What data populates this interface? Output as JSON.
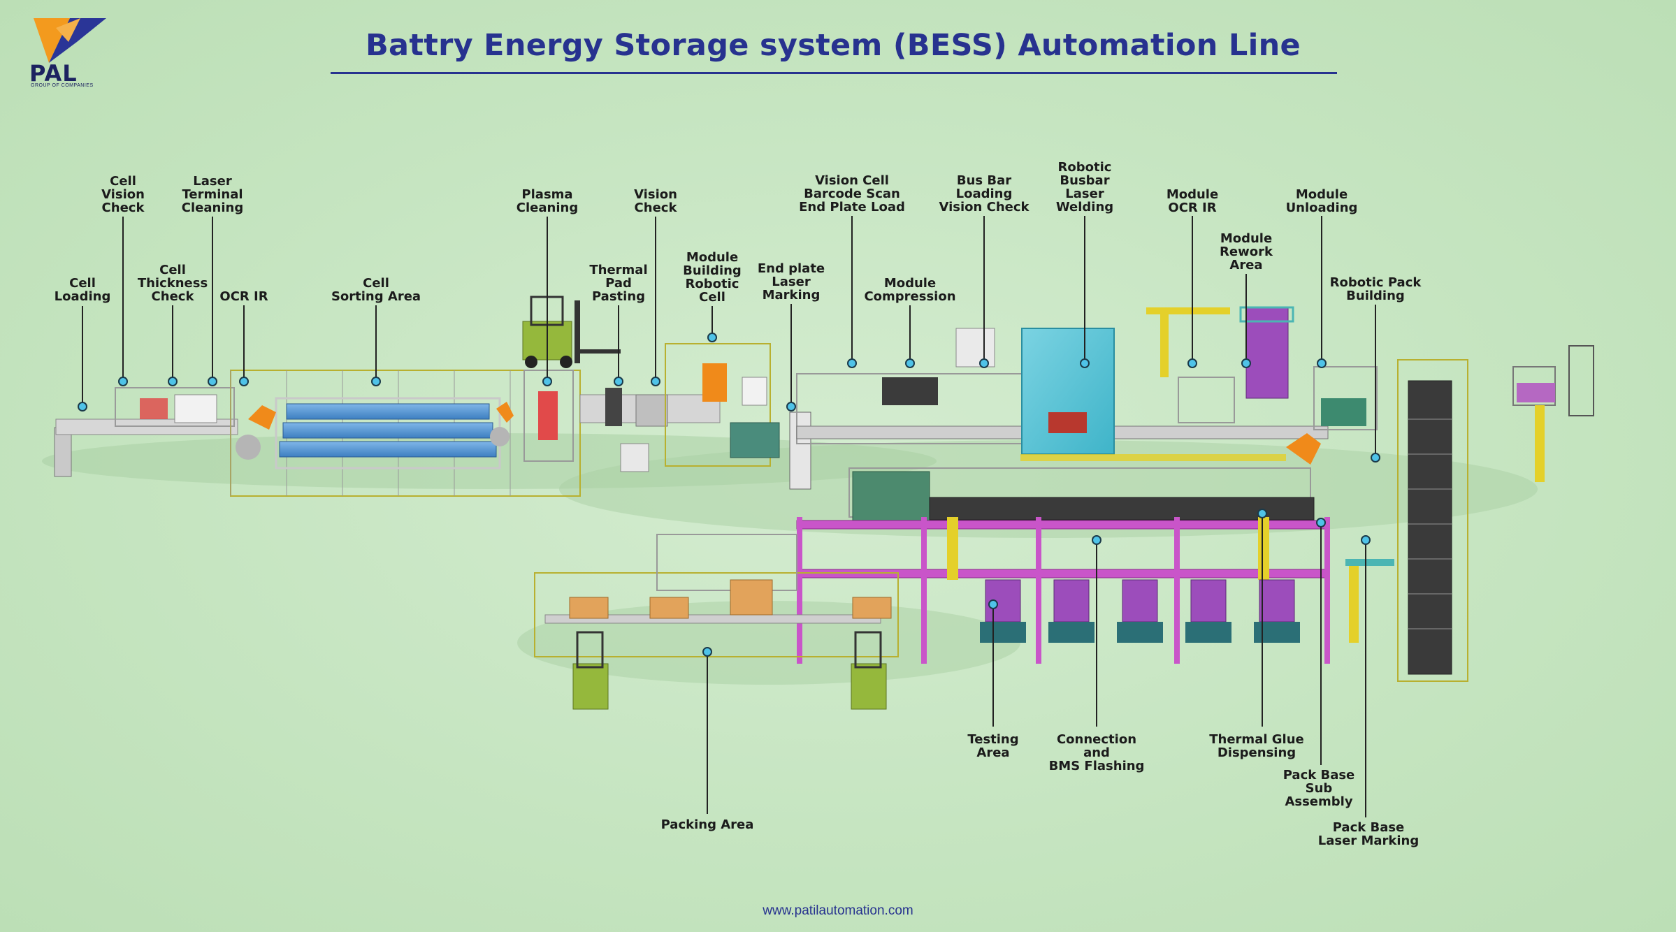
{
  "title": "Battry Energy Storage system (BESS) Automation Line",
  "logo": {
    "name": "PAL",
    "subtitle": "GROUP OF COMPANIES"
  },
  "footer": "www.patilautomation.com",
  "colors": {
    "title": "#27328f",
    "background": "#c8e6c3",
    "marker": "#4fc3e8",
    "leader": "#222222"
  },
  "labels": [
    {
      "id": "cell-loading",
      "text": "Cell\nLoading"
    },
    {
      "id": "cell-vision-check",
      "text": "Cell\nVision\nCheck"
    },
    {
      "id": "cell-thickness-check",
      "text": "Cell\nThickness\nCheck"
    },
    {
      "id": "laser-terminal-cleaning",
      "text": "Laser\nTerminal\nCleaning"
    },
    {
      "id": "ocr-ir",
      "text": "OCR IR"
    },
    {
      "id": "cell-sorting-area",
      "text": "Cell\nSorting Area"
    },
    {
      "id": "plasma-cleaning",
      "text": "Plasma\nCleaning"
    },
    {
      "id": "thermal-pad-pasting",
      "text": "Thermal\nPad\nPasting"
    },
    {
      "id": "vision-check",
      "text": "Vision\nCheck"
    },
    {
      "id": "module-building-robotic-cell",
      "text": "Module\nBuilding\nRobotic\nCell"
    },
    {
      "id": "end-plate-laser-marking",
      "text": "End plate\nLaser\nMarking"
    },
    {
      "id": "vision-cell-barcode-scan",
      "text": "Vision Cell\nBarcode Scan\nEnd Plate Load"
    },
    {
      "id": "module-compression",
      "text": "Module\nCompression"
    },
    {
      "id": "bus-bar-loading",
      "text": "Bus Bar\nLoading\nVision Check"
    },
    {
      "id": "robotic-busbar-laser-welding",
      "text": "Robotic\nBusbar\nLaser\nWelding"
    },
    {
      "id": "module-ocr-ir",
      "text": "Module\nOCR IR"
    },
    {
      "id": "module-rework-area",
      "text": "Module\nRework\nArea"
    },
    {
      "id": "module-unloading",
      "text": "Module\nUnloading"
    },
    {
      "id": "robotic-pack-building",
      "text": "Robotic Pack\nBuilding"
    },
    {
      "id": "testing-area",
      "text": "Testing\nArea"
    },
    {
      "id": "connection-bms-flashing",
      "text": "Connection\nand\nBMS Flashing"
    },
    {
      "id": "thermal-glue-dispensing",
      "text": "Thermal Glue\nDispensing"
    },
    {
      "id": "pack-base-sub-assembly",
      "text": "Pack Base\nSub\nAssembly"
    },
    {
      "id": "pack-base-laser-marking",
      "text": "Pack Base\nLaser Marking"
    },
    {
      "id": "packing-area",
      "text": "Packing Area"
    }
  ]
}
